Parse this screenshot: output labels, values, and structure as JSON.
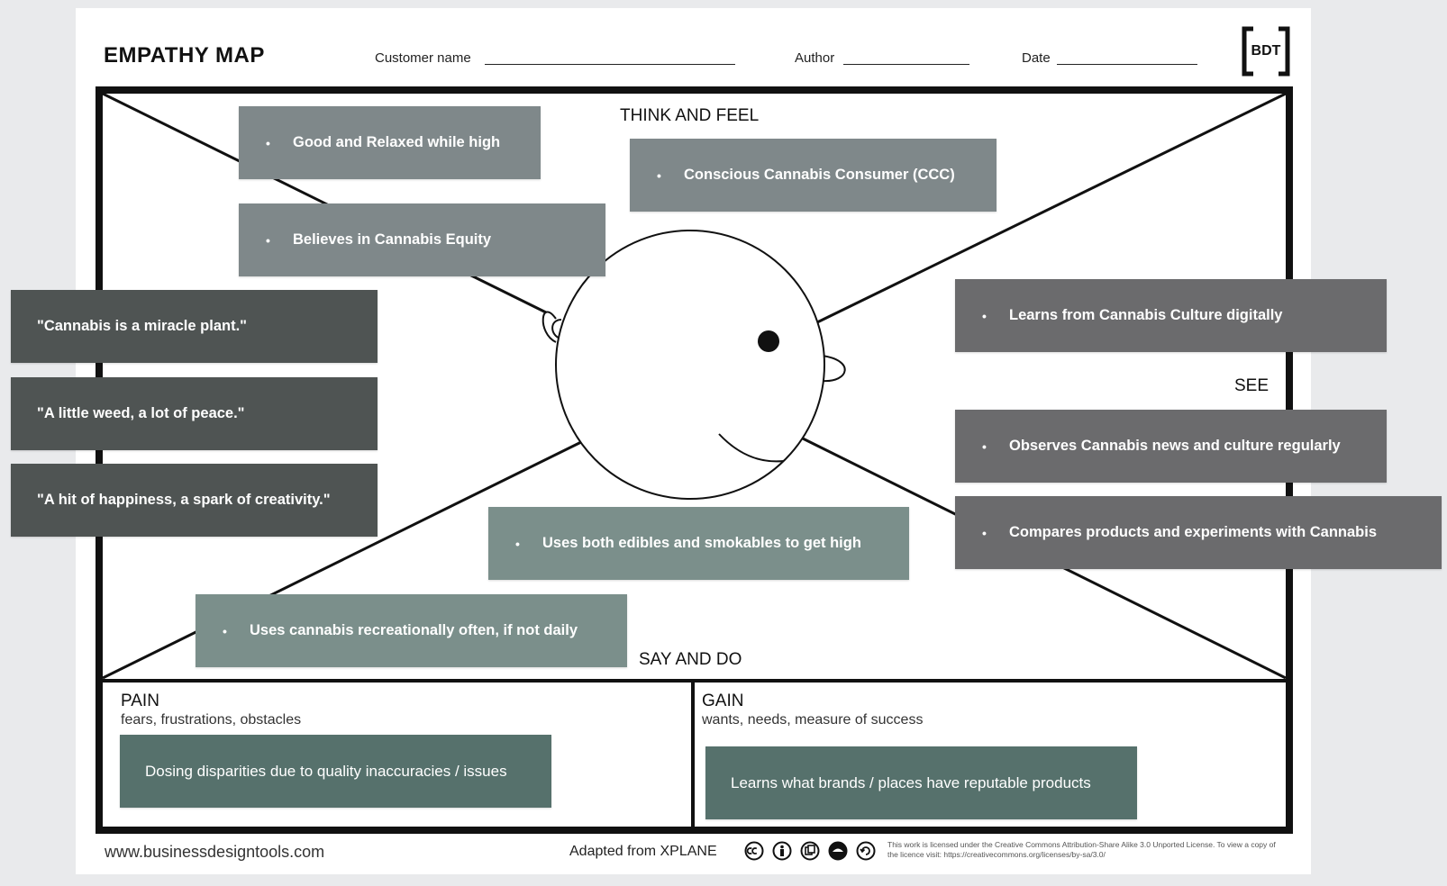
{
  "header": {
    "title": "EMPATHY MAP",
    "customer_label": "Customer name",
    "author_label": "Author",
    "date_label": "Date",
    "logo_text": "BDT"
  },
  "sections": {
    "think_and_feel": "THINK AND FEEL",
    "see": "SEE",
    "say_and_do": "SAY AND DO",
    "pain": {
      "title": "PAIN",
      "subtitle": "fears, frustrations, obstacles"
    },
    "gain": {
      "title": "GAIN",
      "subtitle": "wants, needs, measure of success"
    }
  },
  "notes": {
    "think": [
      {
        "bullet": "•",
        "text": "Good and Relaxed while high"
      },
      {
        "bullet": "•",
        "text": "Conscious Cannabis Consumer (CCC)"
      },
      {
        "bullet": "•",
        "text": "Believes in Cannabis Equity"
      }
    ],
    "see": [
      {
        "bullet": "•",
        "text": "Learns from Cannabis Culture digitally"
      },
      {
        "bullet": "•",
        "text": "Observes Cannabis news and culture regularly"
      },
      {
        "bullet": "•",
        "text": "Compares products and experiments with Cannabis"
      }
    ],
    "say": [
      {
        "bullet": "•",
        "text": "Uses both edibles and smokables to get high"
      },
      {
        "bullet": "•",
        "text": "Uses cannabis recreationally often, if not daily"
      }
    ],
    "quotes": [
      "\"Cannabis is a miracle plant.\"",
      "\"A little weed, a lot of peace.\"",
      "\"A hit of happiness, a spark of creativity.\""
    ],
    "pain": "Dosing disparities due to quality inaccuracies / issues",
    "gain": "Learns what brands / places have reputable products"
  },
  "footer": {
    "url": "www.businessdesigntools.com",
    "adapted": "Adapted from XPLANE",
    "license": "This work is licensed under the Creative Commons Attribution-Share Alike 3.0 Unported License. To view a copy of the licence visit: https://creativecommons.org/licenses/by-sa/3.0/"
  },
  "icons": [
    "cc-icon",
    "by-icon",
    "sa-icon",
    "nc-icon",
    "share-icon"
  ],
  "colors": {
    "think_note": "#7f888a",
    "see_note": "#6b6b6d",
    "say_note": "#7b8f8b",
    "quote_note": "#4f5453",
    "pain_gain_note": "#56716c"
  }
}
